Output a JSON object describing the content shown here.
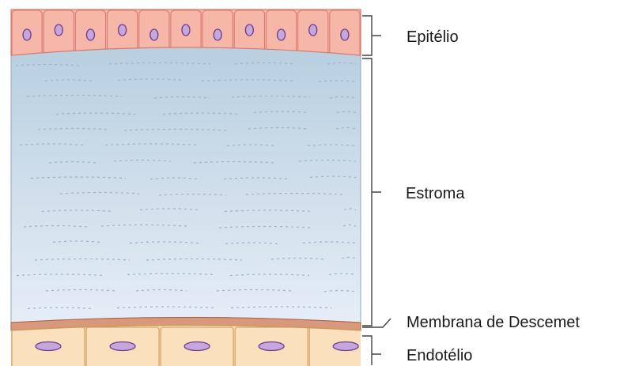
{
  "labels": {
    "epithelium": "Epitélio",
    "stroma": "Estroma",
    "descemet": "Membrana de Descemet",
    "endothelium": "Endotélio"
  },
  "colors": {
    "epithelium_fill": "#f6b7a8",
    "epithelium_stroke": "#d97b70",
    "nucleus_fill": "#c6a6dd",
    "nucleus_stroke": "#6d3e8c",
    "stroma_top": "#b8cfe0",
    "stroma_bottom": "#e6edf6",
    "fiber": "#9fb3c8",
    "descemet_fill": "#d9987a",
    "descemet_stroke": "#a86248",
    "endothelium_fill": "#fbe0bd",
    "endothelium_stroke": "#c99a5c",
    "bracket": "#444444"
  }
}
